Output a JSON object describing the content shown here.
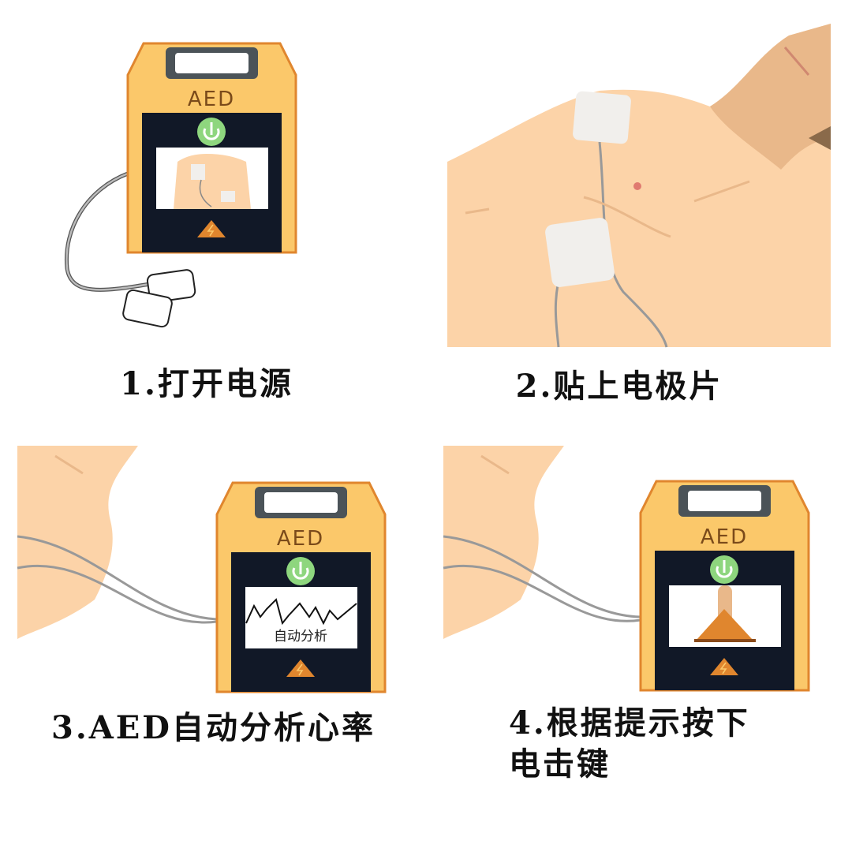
{
  "steps": [
    {
      "caption": "1.打开电源",
      "device_label": "AED"
    },
    {
      "caption": "2.贴上电极片"
    },
    {
      "caption": "3.AED自动分析心率",
      "device_label": "AED",
      "screen_text": "自动分析"
    },
    {
      "caption_line1": "4.根据提示按下",
      "caption_line2": "电击键",
      "device_label": "AED"
    }
  ],
  "colors": {
    "device_body": "#FBC86A",
    "device_border": "#E0862E",
    "screen": "#111827",
    "power_button": "#8ED67E",
    "skin": "#FCD3A8",
    "skin_shadow": "#E9B88A",
    "pad": "#F1EFEC",
    "warning": "#E0862E"
  }
}
